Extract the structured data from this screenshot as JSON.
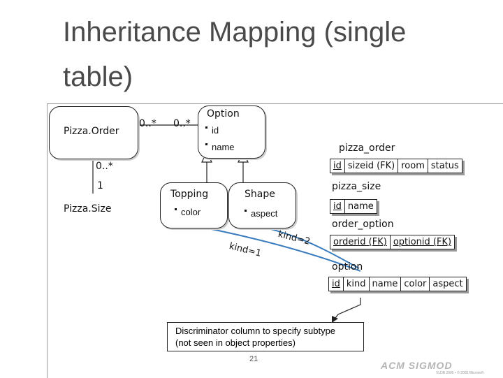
{
  "slide": {
    "title": "Inheritance Mapping (single table)",
    "page_number": "21",
    "logo_text": "ACM SIGMOD",
    "footer_text": "VLDB 2005 • © 2005 Microsoft"
  },
  "uml": {
    "pizza_order": {
      "name": "Pizza.Order"
    },
    "pizza_size": {
      "name": "Pizza.Size"
    },
    "option": {
      "name": "Option",
      "attributes": [
        "id",
        "name"
      ]
    },
    "topping": {
      "name": "Topping",
      "attributes": [
        "color"
      ]
    },
    "shape": {
      "name": "Shape",
      "attributes": [
        "aspect"
      ]
    },
    "multiplicities": {
      "order_option_left": "0..*",
      "order_option_right": "0..*",
      "order_size_top": "0..*",
      "order_size_bottom": "1"
    },
    "discriminators": {
      "topping": "kind=1",
      "shape": "kind=2"
    }
  },
  "tables": {
    "pizza_order": {
      "name": "pizza_order",
      "columns": [
        "id",
        "sizeid (FK)",
        "room",
        "status"
      ]
    },
    "pizza_size": {
      "name": "pizza_size",
      "columns": [
        "id",
        "name"
      ]
    },
    "order_option": {
      "name": "order_option",
      "columns": [
        "orderid (FK)",
        "optionid (FK)"
      ]
    },
    "option": {
      "name": "option",
      "columns": [
        "id",
        "kind",
        "name",
        "color",
        "aspect"
      ]
    }
  },
  "note": {
    "line1": "Discriminator column to specify subtype",
    "line2": "(not seen in object properties)"
  },
  "colors": {
    "arrow_blue": "#3a7dbf",
    "title_gray": "#4a4a4a"
  }
}
